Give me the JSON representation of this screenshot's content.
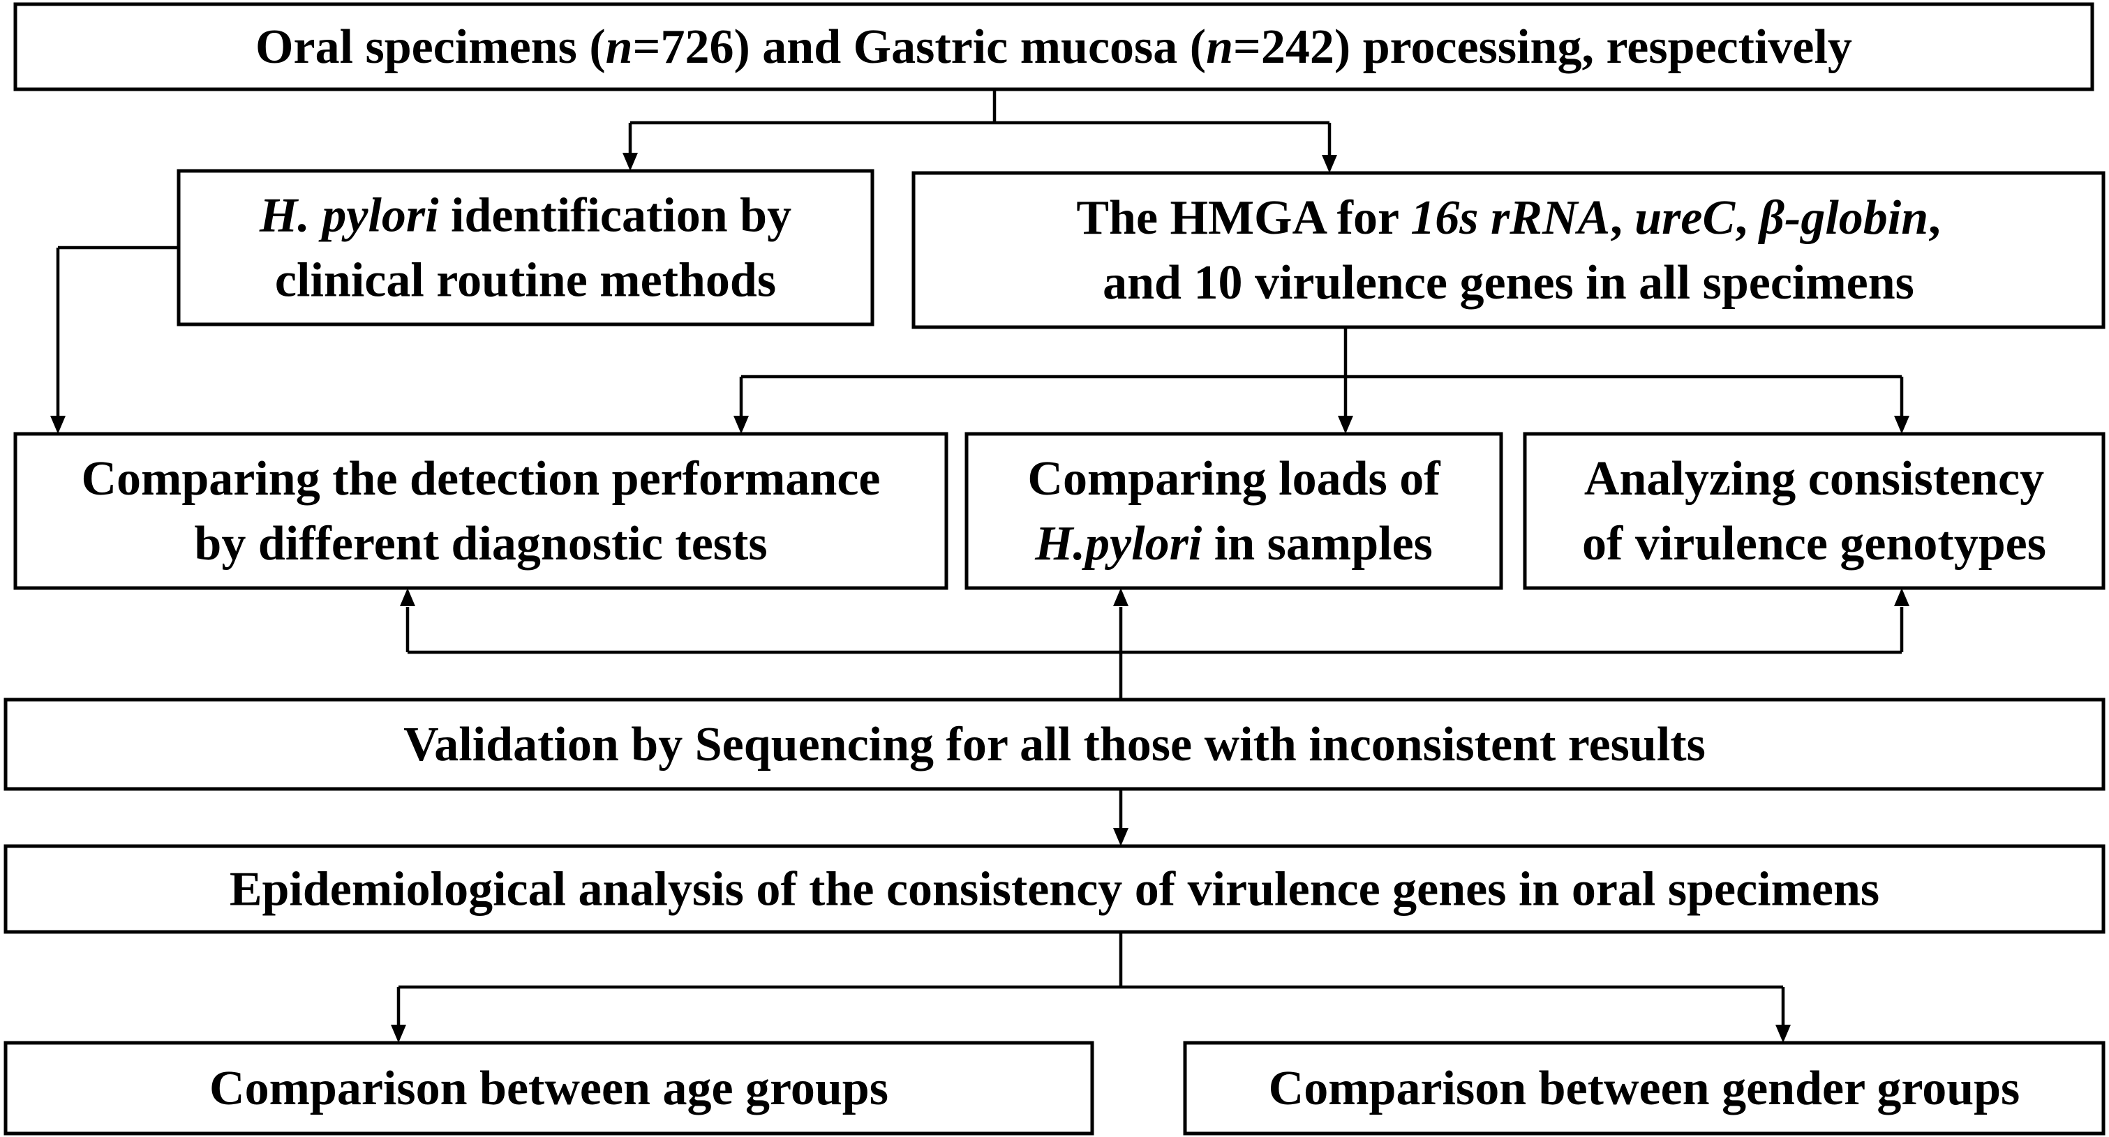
{
  "boxes": {
    "processing": {
      "lines": [
        [
          {
            "t": "Oral specimens ("
          },
          {
            "t": "n",
            "i": true
          },
          {
            "t": "=726) and Gastric mucosa ("
          },
          {
            "t": "n",
            "i": true
          },
          {
            "t": "=242) processing, respectively"
          }
        ]
      ]
    },
    "identification": {
      "lines": [
        [
          {
            "t": "H. pylori",
            "i": true
          },
          {
            "t": " identification by"
          }
        ],
        [
          {
            "t": "clinical routine methods"
          }
        ]
      ]
    },
    "hmga": {
      "lines": [
        [
          {
            "t": "The HMGA for "
          },
          {
            "t": "16s rRNA",
            "i": true
          },
          {
            "t": ", "
          },
          {
            "t": "ureC",
            "i": true
          },
          {
            "t": ", "
          },
          {
            "t": "β-globin",
            "i": true
          },
          {
            "t": ","
          }
        ],
        [
          {
            "t": "and 10 virulence genes in all specimens"
          }
        ]
      ]
    },
    "detection": {
      "lines": [
        [
          {
            "t": "Comparing the detection performance"
          }
        ],
        [
          {
            "t": "by different diagnostic tests"
          }
        ]
      ]
    },
    "loads": {
      "lines": [
        [
          {
            "t": "Comparing loads of"
          }
        ],
        [
          {
            "t": "H.pylori",
            "i": true
          },
          {
            "t": " in samples"
          }
        ]
      ]
    },
    "consistency": {
      "lines": [
        [
          {
            "t": "Analyzing consistency"
          }
        ],
        [
          {
            "t": "of virulence genotypes"
          }
        ]
      ]
    },
    "validation": {
      "lines": [
        [
          {
            "t": "Validation by Sequencing for all those with inconsistent results"
          }
        ]
      ]
    },
    "epidemiology": {
      "lines": [
        [
          {
            "t": "Epidemiological analysis of  the consistency of virulence genes in oral specimens"
          }
        ]
      ]
    },
    "age": {
      "lines": [
        [
          {
            "t": "Comparison between age groups"
          }
        ]
      ]
    },
    "gender": {
      "lines": [
        [
          {
            "t": "Comparison between gender groups"
          }
        ]
      ]
    }
  }
}
